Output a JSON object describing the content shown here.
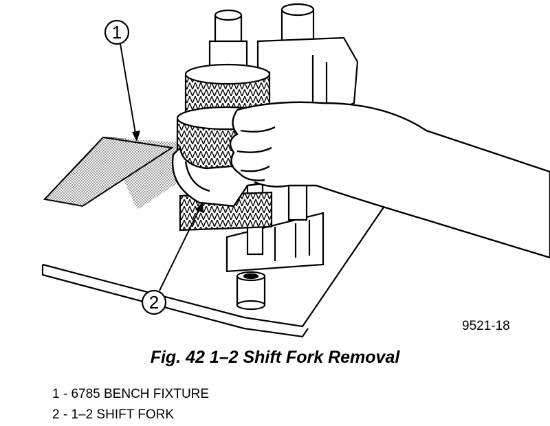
{
  "callouts": [
    {
      "number": "1",
      "target": "bench-fixture"
    },
    {
      "number": "2",
      "target": "shift-fork"
    }
  ],
  "figure_id": "9521-18",
  "caption": "Fig. 42 1–2 Shift Fork Removal",
  "legend": [
    "1 - 6785 BENCH FIXTURE",
    "2 - 1–2 SHIFT FORK"
  ]
}
